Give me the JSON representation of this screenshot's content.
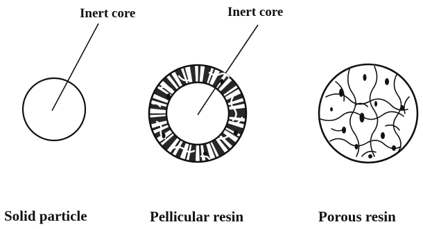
{
  "labels": {
    "core_left": "Inert core",
    "core_right": "Inert core",
    "solid": "Solid particle",
    "pellicular": "Pellicular resin",
    "porous": "Porous resin"
  }
}
